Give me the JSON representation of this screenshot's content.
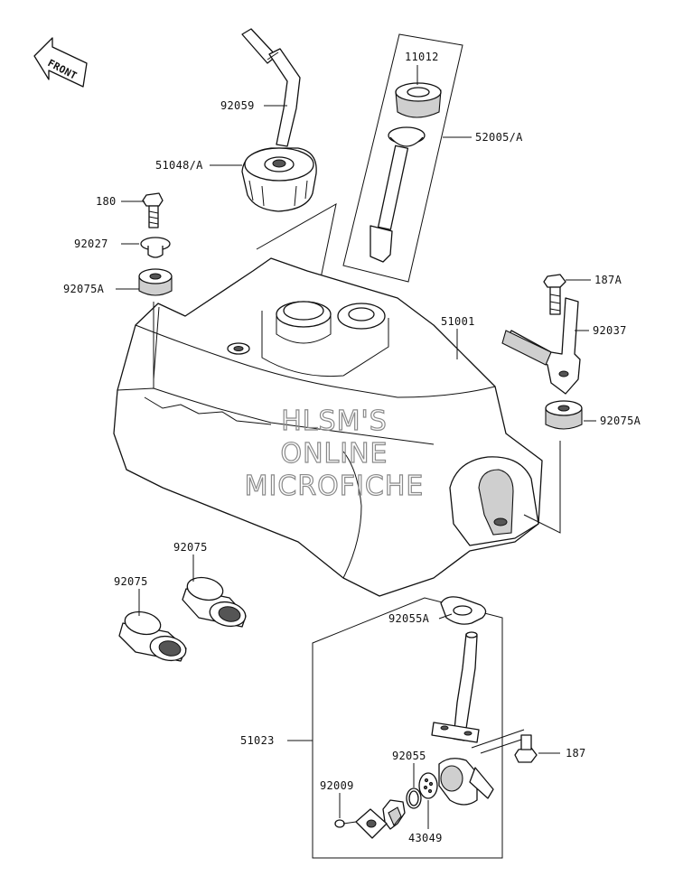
{
  "front_marker": {
    "label": "FRONT"
  },
  "watermark": {
    "lines": [
      "HLSM'S",
      "ONLINE",
      "MICROFICHE"
    ]
  },
  "callouts": [
    {
      "id": "92059",
      "text": "92059"
    },
    {
      "id": "11012",
      "text": "11012"
    },
    {
      "id": "52005A",
      "text": "52005/A"
    },
    {
      "id": "51048A",
      "text": "51048/A"
    },
    {
      "id": "180",
      "text": "180"
    },
    {
      "id": "92027",
      "text": "92027"
    },
    {
      "id": "92075A-left",
      "text": "92075A"
    },
    {
      "id": "187A",
      "text": "187A"
    },
    {
      "id": "51001",
      "text": "51001"
    },
    {
      "id": "92037",
      "text": "92037"
    },
    {
      "id": "92075A-right",
      "text": "92075A"
    },
    {
      "id": "92075-top",
      "text": "92075"
    },
    {
      "id": "92075-left",
      "text": "92075"
    },
    {
      "id": "92055A",
      "text": "92055A"
    },
    {
      "id": "51023",
      "text": "51023"
    },
    {
      "id": "92055",
      "text": "92055"
    },
    {
      "id": "187",
      "text": "187"
    },
    {
      "id": "92009",
      "text": "92009"
    },
    {
      "id": "43049",
      "text": "43049"
    }
  ]
}
